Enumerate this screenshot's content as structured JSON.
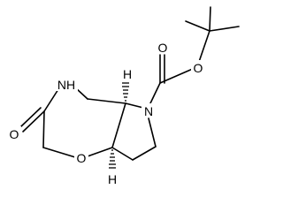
{
  "structure": {
    "atoms": {
      "carbonyl_oxygen_top": "O",
      "ester_oxygen": "O",
      "lactam_nitrogen": "NH",
      "ring_nitrogen": "N",
      "carbonyl_oxygen_left": "O",
      "ring_oxygen": "O",
      "stereo_hydrogen_top": "H",
      "stereo_hydrogen_bottom": "H"
    }
  }
}
